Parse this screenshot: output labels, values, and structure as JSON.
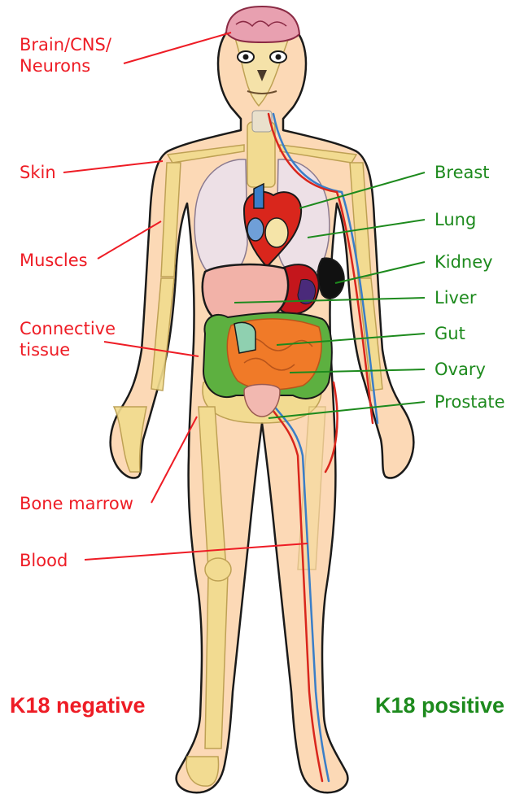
{
  "negative": {
    "heading": "K18 negative",
    "labels": [
      {
        "id": "brain",
        "lines": [
          "Brain/CNS/",
          "Neurons"
        ]
      },
      {
        "id": "skin",
        "lines": [
          "Skin"
        ]
      },
      {
        "id": "muscles",
        "lines": [
          "Muscles"
        ]
      },
      {
        "id": "connective",
        "lines": [
          "Connective",
          "tissue"
        ]
      },
      {
        "id": "bone-marrow",
        "lines": [
          "Bone marrow"
        ]
      },
      {
        "id": "blood",
        "lines": [
          "Blood"
        ]
      }
    ]
  },
  "positive": {
    "heading": "K18 positive",
    "labels": [
      {
        "id": "breast",
        "lines": [
          "Breast"
        ]
      },
      {
        "id": "lung",
        "lines": [
          "Lung"
        ]
      },
      {
        "id": "kidney",
        "lines": [
          "Kidney"
        ]
      },
      {
        "id": "liver",
        "lines": [
          "Liver"
        ]
      },
      {
        "id": "gut",
        "lines": [
          "Gut"
        ]
      },
      {
        "id": "ovary",
        "lines": [
          "Ovary"
        ]
      },
      {
        "id": "prostate",
        "lines": [
          "Prostate"
        ]
      }
    ]
  },
  "colors": {
    "negative": "#ee1c25",
    "positive": "#1d8a1d",
    "skin": "#fcd9b6",
    "bone": "#f2dc8e",
    "artery": "#d9261c",
    "vein": "#3a7ec8"
  }
}
